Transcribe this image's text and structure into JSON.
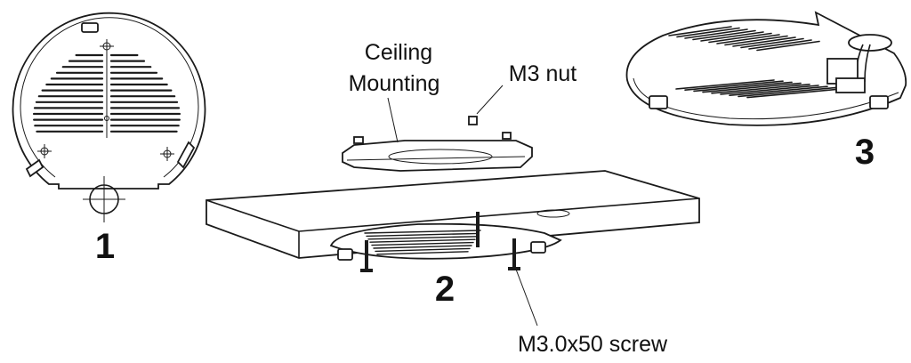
{
  "steps": {
    "step1": "1",
    "step2": "2",
    "step3": "3"
  },
  "labels": {
    "ceiling_line1": "Ceiling",
    "ceiling_line2": "Mounting",
    "nut": "M3 nut",
    "screw": "M3.0x50 screw"
  },
  "colors": {
    "ink": "#1a1a1a",
    "background": "#ffffff"
  }
}
